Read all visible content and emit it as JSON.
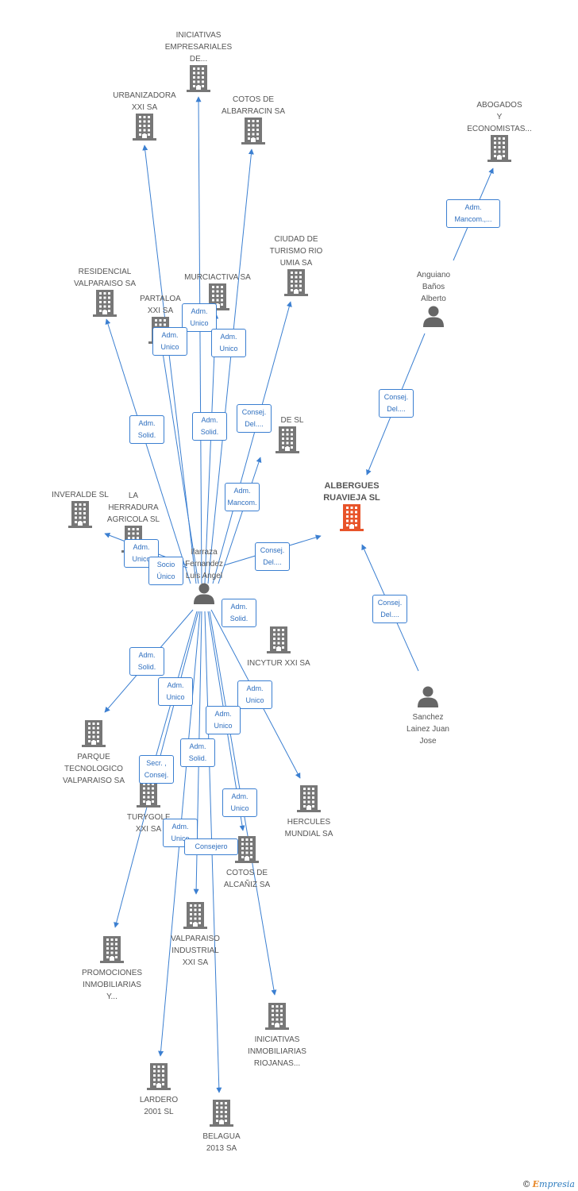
{
  "colors": {
    "edge": "#3b7fd1",
    "company": "#777777",
    "focus": "#e8542a",
    "person": "#666666"
  },
  "brand": {
    "copyright": "©",
    "initial": "E",
    "rest": "mpresia"
  },
  "nodes": [
    {
      "id": "iniciativas-empresariales",
      "kind": "company",
      "label": "INICIATIVAS\nEMPRESARIALES\nDE..."
    },
    {
      "id": "urbanizadora-xxi",
      "kind": "company",
      "label": "URBANIZADORA\nXXI SA"
    },
    {
      "id": "cotos-albarracin",
      "kind": "company",
      "label": "COTOS DE\nALBARRACIN SA"
    },
    {
      "id": "abogados-economistas",
      "kind": "company",
      "label": "ABOGADOS\nY\nECONOMISTAS..."
    },
    {
      "id": "residencial-valparaiso",
      "kind": "company",
      "label": "RESIDENCIAL\nVALPARAISO SA"
    },
    {
      "id": "murciactiva",
      "kind": "company",
      "label": "MURCIACTIVA SA"
    },
    {
      "id": "partaloa-xxi",
      "kind": "company",
      "label": "PARTALOA\nXXI SA"
    },
    {
      "id": "ciudad-turismo",
      "kind": "company",
      "label": "CIUDAD DE\nTURISMO RIO\nUMIA SA"
    },
    {
      "id": "anguiano",
      "kind": "person",
      "label": "Anguiano\nBaños\nAlberto"
    },
    {
      "id": "de-sl",
      "kind": "company",
      "label": "DE SL"
    },
    {
      "id": "albergues",
      "kind": "focus",
      "label": "ALBERGUES\nRUAVIEJA SL"
    },
    {
      "id": "inveralde",
      "kind": "company",
      "label": "INVERALDE SL"
    },
    {
      "id": "la-herradura",
      "kind": "company",
      "label": "LA\nHERRADURA\nAGRICOLA SL"
    },
    {
      "id": "ilarraza",
      "kind": "person",
      "label": "Ilarraza\nFernandez\nLuis Angel"
    },
    {
      "id": "incytur",
      "kind": "company",
      "label": "INCYTUR XXI SA"
    },
    {
      "id": "sanchez",
      "kind": "person",
      "label": "Sanchez\nLainez Juan\nJose"
    },
    {
      "id": "parque-tecnologico",
      "kind": "company",
      "label": "PARQUE\nTECNOLOGICO\nVALPARAISO SA"
    },
    {
      "id": "turygolf",
      "kind": "company",
      "label": "TURYGOLF\nXXI SA"
    },
    {
      "id": "hercules",
      "kind": "company",
      "label": "HERCULES\nMUNDIAL SA"
    },
    {
      "id": "cotos-alcaniz",
      "kind": "company",
      "label": "COTOS DE\nALCAÑIZ SA"
    },
    {
      "id": "valparaiso-industrial",
      "kind": "company",
      "label": "VALPARAISO\nINDUSTRIAL\nXXI SA"
    },
    {
      "id": "promociones",
      "kind": "company",
      "label": "PROMOCIONES\nINMOBILIARIAS\nY..."
    },
    {
      "id": "iniciativas-inmobiliarias",
      "kind": "company",
      "label": "INICIATIVAS\nINMOBILIARIAS\nRIOJANAS..."
    },
    {
      "id": "lardero",
      "kind": "company",
      "label": "LARDERO\n2001 SL"
    },
    {
      "id": "belagua",
      "kind": "company",
      "label": "BELAGUA\n2013 SA"
    }
  ],
  "edges": [
    {
      "from": "ilarraza",
      "to": "iniciativas-empresariales",
      "label": "Adm.\nUnico"
    },
    {
      "from": "ilarraza",
      "to": "urbanizadora-xxi",
      "label": "Adm.\nSolid."
    },
    {
      "from": "ilarraza",
      "to": "cotos-albarracin",
      "label": "Adm.\nSolid."
    },
    {
      "from": "ilarraza",
      "to": "residencial-valparaiso",
      "label": "Adm.\nSolid."
    },
    {
      "from": "ilarraza",
      "to": "murciactiva",
      "label": "Adm.\nUnico"
    },
    {
      "from": "ilarraza",
      "to": "partaloa-xxi",
      "label": "Adm.\nUnico"
    },
    {
      "from": "ilarraza",
      "to": "ciudad-turismo",
      "label": "Consej.\nDel...."
    },
    {
      "from": "ilarraza",
      "to": "de-sl",
      "label": "Adm.\nMancom."
    },
    {
      "from": "ilarraza",
      "to": "albergues",
      "label": "Consej.\nDel...."
    },
    {
      "from": "ilarraza",
      "to": "inveralde",
      "label": "Adm.\nUnico"
    },
    {
      "from": "ilarraza",
      "to": "la-herradura",
      "label": "Socio\nÚnico"
    },
    {
      "from": "ilarraza",
      "to": "parque-tecnologico",
      "label": "Adm.\nSolid."
    },
    {
      "from": "ilarraza",
      "to": "turygolf",
      "label": "Secr. ,\nConsej."
    },
    {
      "from": "ilarraza",
      "to": "hercules",
      "label": "Adm.\nUnico"
    },
    {
      "from": "ilarraza",
      "to": "cotos-alcaniz",
      "label": "Adm.\nUnico"
    },
    {
      "from": "ilarraza",
      "to": "valparaiso-industrial",
      "label": "Adm.\nSolid."
    },
    {
      "from": "ilarraza",
      "to": "promociones",
      "label": "Adm.\nUnico"
    },
    {
      "from": "ilarraza",
      "to": "iniciativas-inmobiliarias",
      "label": "Adm.\nUnico"
    },
    {
      "from": "ilarraza",
      "to": "lardero",
      "label": "Adm.\nUnico"
    },
    {
      "from": "ilarraza",
      "to": "belagua",
      "label": "Consejero"
    },
    {
      "from": "ilarraza",
      "to": "incytur",
      "label": "Adm.\nSolid."
    },
    {
      "from": "anguiano",
      "to": "abogados-economistas",
      "label": "Adm.\nMancom.,..."
    },
    {
      "from": "anguiano",
      "to": "albergues",
      "label": "Consej.\nDel...."
    },
    {
      "from": "sanchez",
      "to": "albergues",
      "label": "Consej.\nDel...."
    }
  ]
}
